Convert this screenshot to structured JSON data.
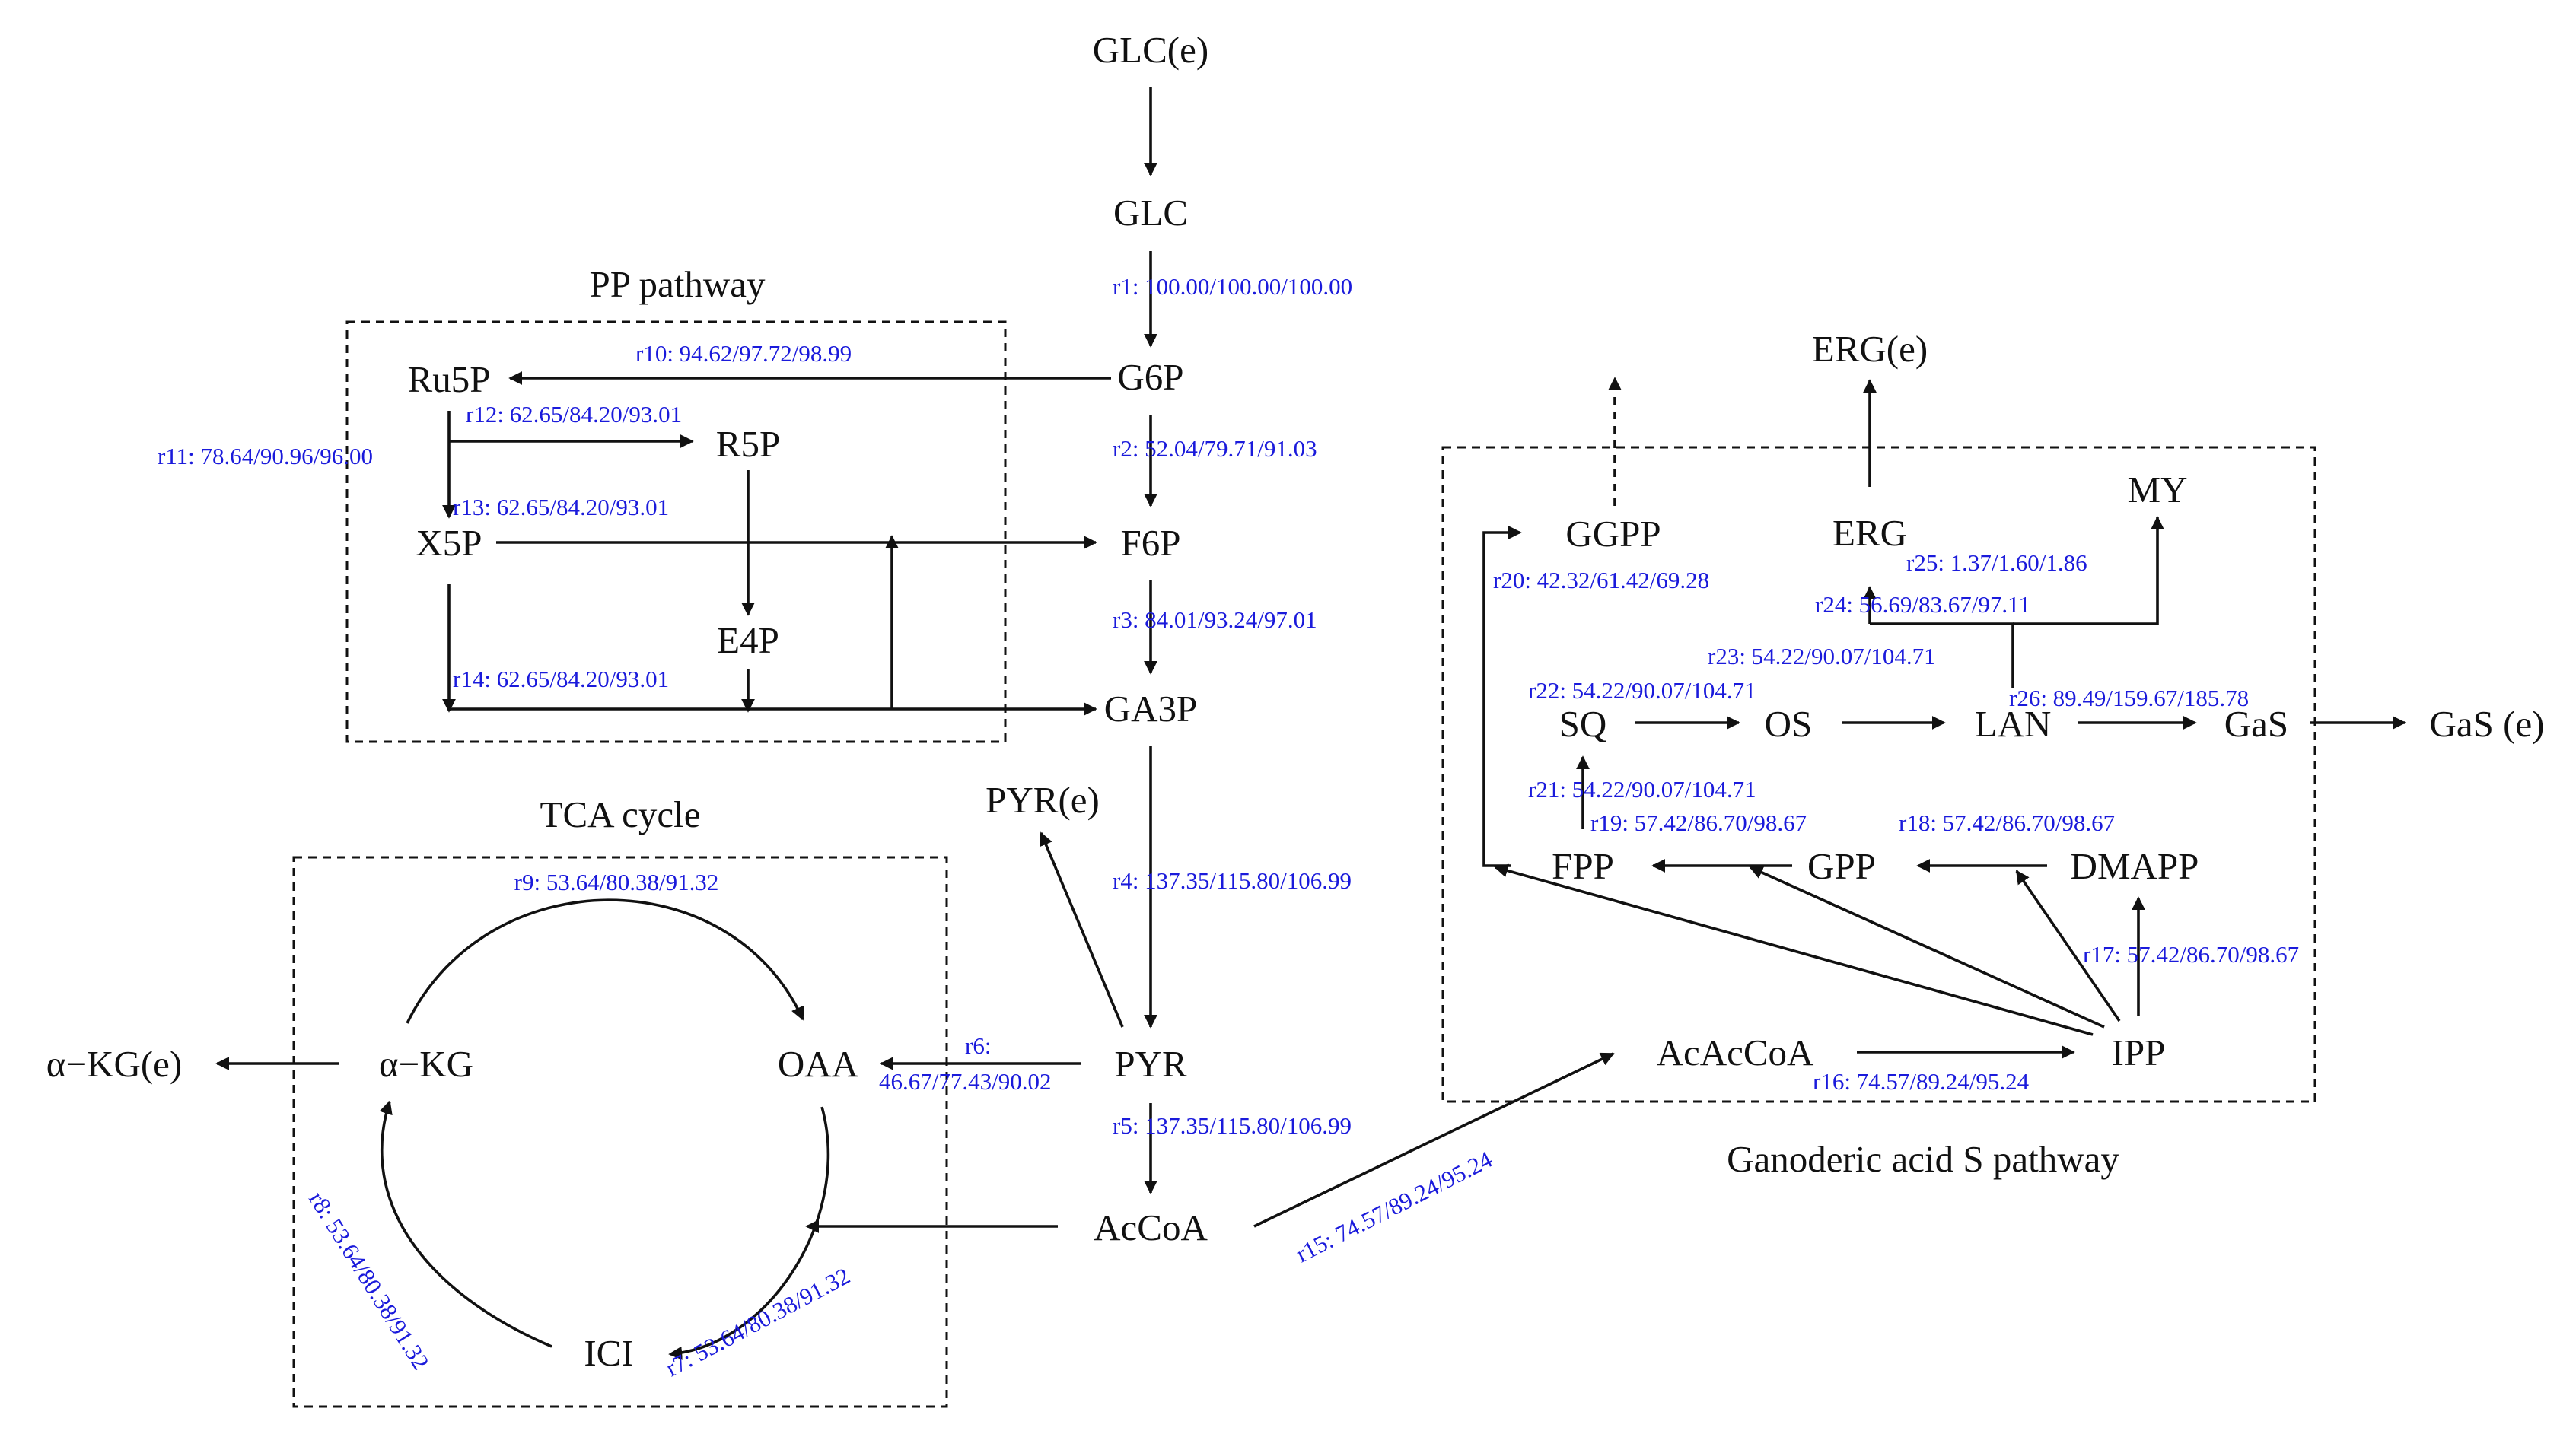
{
  "colors": {
    "text": "#111111",
    "flux": "#1a1adb",
    "line": "#111111",
    "background": "#ffffff"
  },
  "boxes": {
    "pp": "PP pathway",
    "tca": "TCA cycle",
    "gas": "Ganoderic acid S pathway"
  },
  "nodes": {
    "glc_e": "GLC(e)",
    "glc": "GLC",
    "g6p": "G6P",
    "f6p": "F6P",
    "ga3p": "GA3P",
    "pyr": "PYR",
    "pyr_e": "PYR(e)",
    "accoa": "AcCoA",
    "ru5p": "Ru5P",
    "r5p": "R5P",
    "x5p": "X5P",
    "e4p": "E4P",
    "akg": "α−KG",
    "akg_e": "α−KG(e)",
    "oaa": "OAA",
    "ici": "ICI",
    "erg_e": "ERG(e)",
    "erg": "ERG",
    "my": "MY",
    "ggpp": "GGPP",
    "sq": "SQ",
    "os": "OS",
    "lan": "LAN",
    "gas": "GaS",
    "gas_e": "GaS (e)",
    "fpp": "FPP",
    "gpp": "GPP",
    "dmapp": "DMAPP",
    "acaccoa": "AcAcCoA",
    "ipp": "IPP"
  },
  "fluxes": {
    "r1": "r1: 100.00/100.00/100.00",
    "r2": "r2: 52.04/79.71/91.03",
    "r3": "r3: 84.01/93.24/97.01",
    "r4": "r4: 137.35/115.80/106.99",
    "r5": "r5: 137.35/115.80/106.99",
    "r6a": "r6:",
    "r6b": "46.67/77.43/90.02",
    "r7": "r7: 53.64/80.38/91.32",
    "r8": "r8: 53.64/80.38/91.32",
    "r9": "r9: 53.64/80.38/91.32",
    "r10": "r10: 94.62/97.72/98.99",
    "r11": "r11: 78.64/90.96/96.00",
    "r12": "r12: 62.65/84.20/93.01",
    "r13": "r13: 62.65/84.20/93.01",
    "r14": "r14: 62.65/84.20/93.01",
    "r15": "r15: 74.57/89.24/95.24",
    "r16": "r16: 74.57/89.24/95.24",
    "r17": "r17: 57.42/86.70/98.67",
    "r18": "r18: 57.42/86.70/98.67",
    "r19": "r19: 57.42/86.70/98.67",
    "r20": "r20: 42.32/61.42/69.28",
    "r21": "r21: 54.22/90.07/104.71",
    "r22": "r22: 54.22/90.07/104.71",
    "r23": "r23: 54.22/90.07/104.71",
    "r24": "r24: 56.69/83.67/97.11",
    "r25": "r25: 1.37/1.60/1.86",
    "r26": "r26: 89.49/159.67/185.78"
  }
}
